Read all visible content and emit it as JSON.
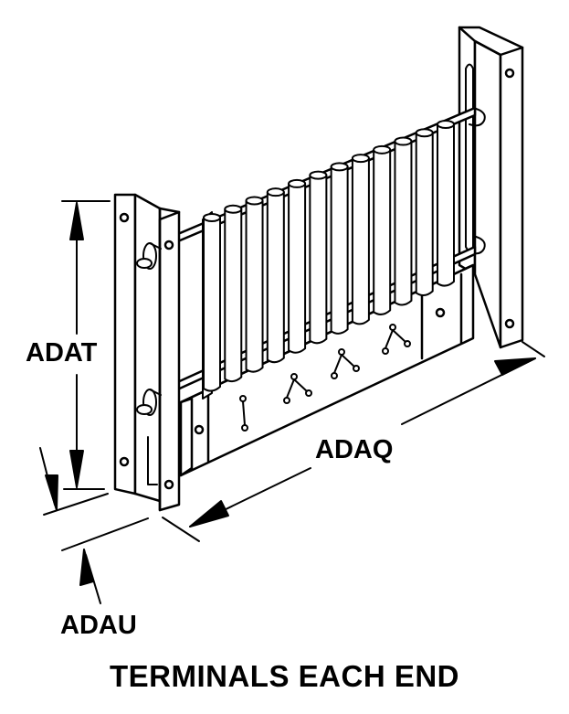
{
  "dimensions": {
    "height_label": "ADAT",
    "length_label": "ADAQ",
    "offset_label": "ADAU"
  },
  "caption": "TERMINALS EACH END",
  "colors": {
    "ink": "#000000",
    "paper": "#ffffff"
  }
}
